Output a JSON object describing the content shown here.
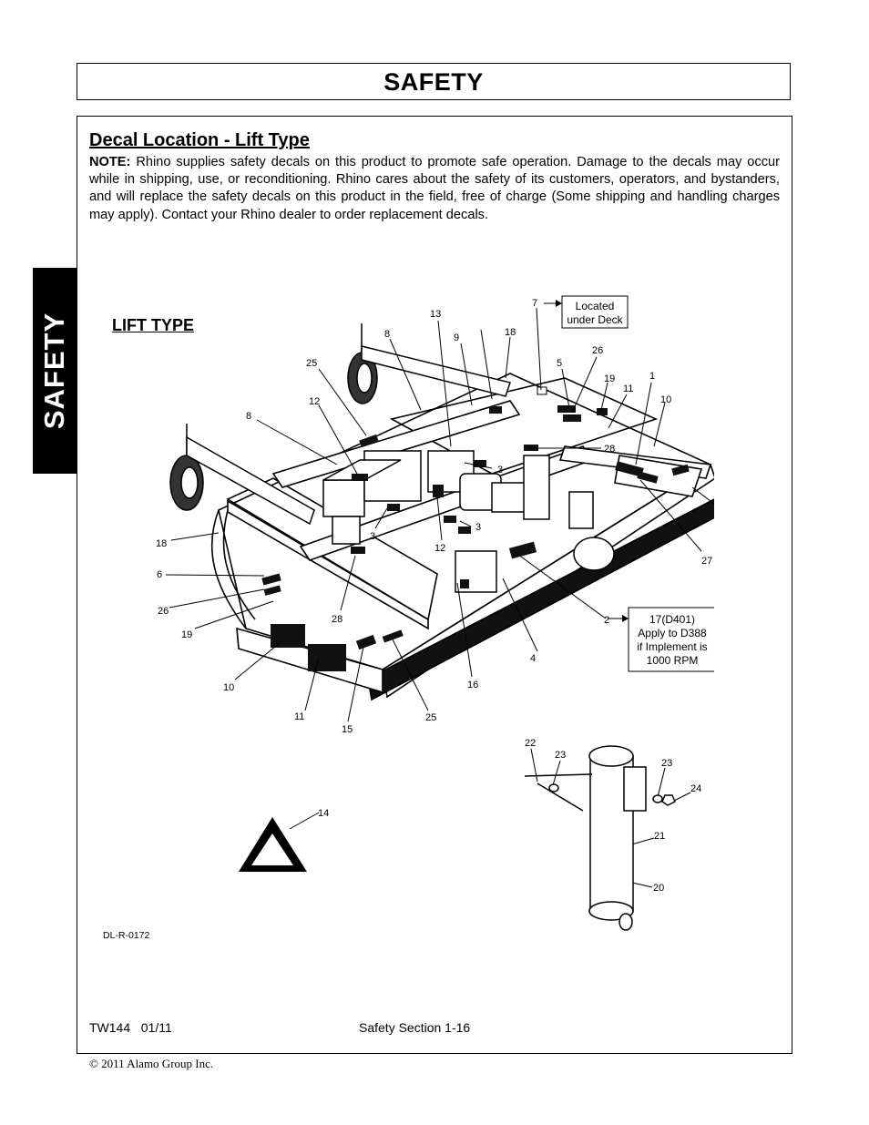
{
  "header": {
    "title": "SAFETY"
  },
  "side_tab": {
    "label": "SAFETY"
  },
  "section": {
    "title": "Decal Location - Lift Type",
    "note_label": "NOTE:",
    "note_text": "Rhino supplies safety decals on this product to promote safe operation. Damage to the decals may occur while in shipping, use, or reconditioning. Rhino cares about the safety of its customers, operators, and bystanders, and will replace the safety decals on this product in the field, free of charge (Some shipping and handling charges may apply). Contact your Rhino dealer to order replacement decals."
  },
  "figure": {
    "label": "LIFT TYPE",
    "callout_located": [
      "Located",
      "under Deck"
    ],
    "callout_rpm": [
      "17(D401)",
      "Apply to D388",
      "if Implement is",
      "1000 RPM"
    ],
    "callout_numbers": [
      "7",
      "13",
      "8",
      "9",
      "18",
      "25",
      "5",
      "26",
      "19",
      "11",
      "1",
      "10",
      "12",
      "8",
      "28",
      "3",
      "3",
      "3",
      "12",
      "18",
      "6",
      "26",
      "19",
      "28",
      "2",
      "4",
      "16",
      "25",
      "27",
      "10",
      "11",
      "15",
      "25",
      "22",
      "23",
      "23",
      "24",
      "21",
      "20",
      "14"
    ],
    "figure_id": "DL-R-0172"
  },
  "footer": {
    "doc_code": "TW144   01/11",
    "section_page": "Safety Section 1-16",
    "copyright": "© 2011 Alamo Group Inc."
  }
}
